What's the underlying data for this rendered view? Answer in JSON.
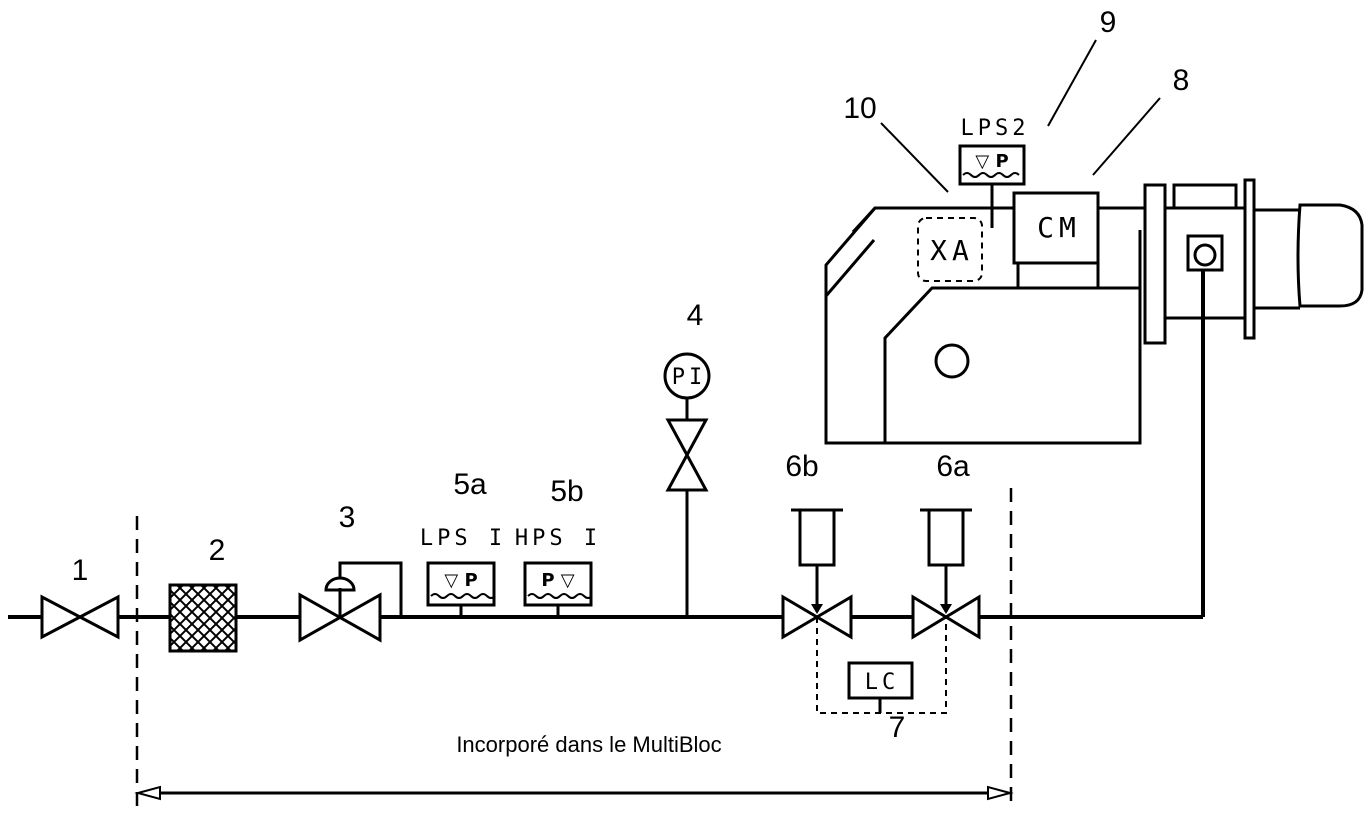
{
  "callouts": {
    "c1": "1",
    "c2": "2",
    "c3": "3",
    "c4": "4",
    "c5a": "5a",
    "c5b": "5b",
    "c6a": "6a",
    "c6b": "6b",
    "c7": "7",
    "c8": "8",
    "c9": "9",
    "c10": "10"
  },
  "tags": {
    "pressure_indicator": "PI",
    "low_pressure_switch_1": "LPS I",
    "high_pressure_switch_1": "HPS I",
    "low_pressure_switch_2": "LPS2",
    "leak_control": "LC",
    "servo_motor": "CM",
    "control_box": "XA"
  },
  "caption": "Incorporé dans le MultiBloc",
  "icons": {
    "switch_low": "▽ P",
    "switch_high": "P ▽"
  }
}
